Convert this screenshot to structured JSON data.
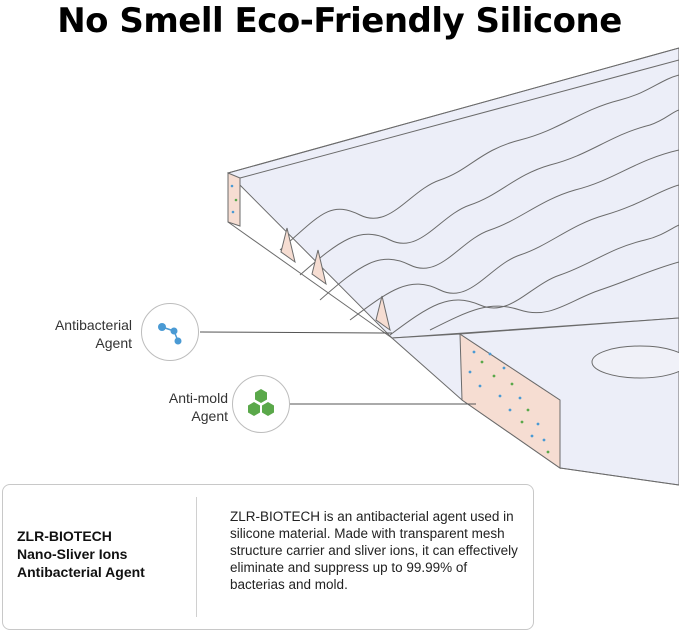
{
  "title": "No Smell Eco-Friendly Silicone",
  "callouts": {
    "antibacterial": {
      "line1": "Antibacterial",
      "line2": "Agent",
      "icon": "molecule-icon",
      "color": "#4a9ad4"
    },
    "antimold": {
      "line1": "Anti-mold",
      "line2": "Agent",
      "icon": "hexagon-cluster-icon",
      "color": "#5aa84a"
    }
  },
  "info": {
    "heading_line1": "ZLR-BIOTECH",
    "heading_line2": "Nano-Sliver Ions",
    "heading_line3": "Antibacterial Agent",
    "description": "ZLR-BIOTECH is an antibacterial agent used in silicone material. Made with transparent mesh structure carrier and sliver ions, it can effectively eliminate and suppress up to 99.99% of bacterias and mold."
  },
  "colors": {
    "mat_fill": "#eceef8",
    "edge_fill": "#f6ddd2",
    "outline": "#6b6b6b"
  }
}
